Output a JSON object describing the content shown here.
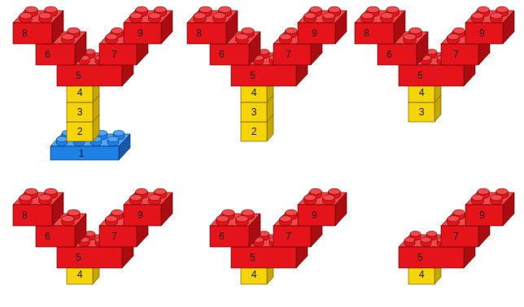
{
  "diagram": {
    "labels": [
      "8",
      "9",
      "6",
      "7",
      "5",
      "4",
      "3",
      "2",
      "1",
      "8",
      "9",
      "6",
      "7",
      "5",
      "4",
      "3",
      "2",
      "8",
      "9",
      "6",
      "7",
      "5",
      "4",
      "3",
      "8",
      "9",
      "6",
      "7",
      "5",
      "4",
      "9",
      "6",
      "7",
      "5",
      "4",
      "9",
      "7",
      "5",
      "4"
    ]
  }
}
